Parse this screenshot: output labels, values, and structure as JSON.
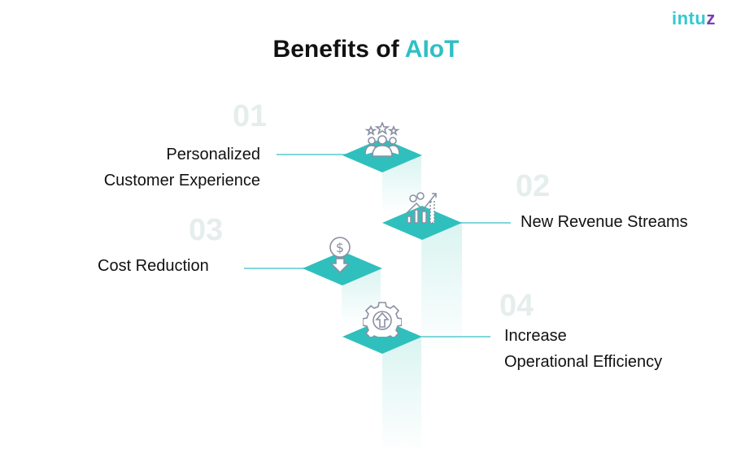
{
  "logo": {
    "part1": "intu",
    "part2": "z"
  },
  "title": {
    "main": "Benefits of ",
    "accent": "AIoT"
  },
  "accent_color": "#2fbfc5",
  "items": [
    {
      "number": "01",
      "line1": "Personalized",
      "line2": "Customer Experience",
      "icon": "customer-rating-icon"
    },
    {
      "number": "02",
      "line1": "New Revenue Streams",
      "line2": "",
      "icon": "revenue-growth-chart-icon"
    },
    {
      "number": "03",
      "line1": "Cost Reduction",
      "line2": "",
      "icon": "dollar-down-arrow-icon"
    },
    {
      "number": "04",
      "line1": "Increase",
      "line2": "Operational Efficiency",
      "icon": "gear-up-arrow-icon"
    }
  ]
}
